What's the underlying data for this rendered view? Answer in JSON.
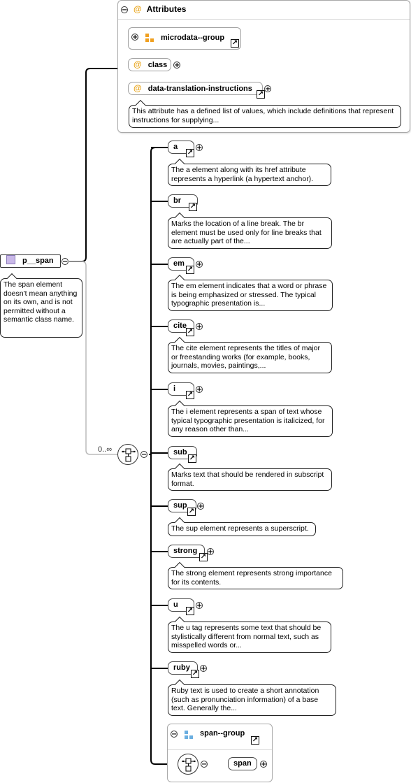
{
  "root": {
    "label": "p__span",
    "doc": "The span element doesn't mean anything on its own, and is not permitted without a semantic class name."
  },
  "attributes": {
    "title": "Attributes",
    "group_label": "microdata--group",
    "class_label": "class",
    "dti_label": "data-translation-instructions",
    "dti_doc": "This attribute has a defined list of values, which include definitions that represent instructions for supplying..."
  },
  "occurrence": "0..∞",
  "children": [
    {
      "label": "a",
      "doc": "The a element along with its href attribute represents a hyperlink (a hypertext anchor)."
    },
    {
      "label": "br",
      "doc": "Marks the location of a line break. The br element must be used only for line breaks that are actually part of the..."
    },
    {
      "label": "em",
      "doc": "The em element indicates that a word or phrase is being emphasized or stressed. The typical typographic presentation is..."
    },
    {
      "label": "cite",
      "doc": "The cite element represents the titles of major or freestanding works (for example, books, journals, movies, paintings,..."
    },
    {
      "label": "i",
      "doc": "The i element represents a span of text whose typical typographic presentation is italicized, for any reason other than..."
    },
    {
      "label": "sub",
      "doc": "Marks text that should be rendered in subscript format."
    },
    {
      "label": "sup",
      "doc": "The sup element represents a superscript."
    },
    {
      "label": "strong",
      "doc": "The strong element represents strong importance for its contents."
    },
    {
      "label": "u",
      "doc": "The u tag represents some text that should be stylistically different from normal text, such as misspelled words or..."
    },
    {
      "label": "ruby",
      "doc": "Ruby text is used to create a short annotation (such as pronunciation information) of a base text. Generally the..."
    }
  ],
  "span_group": {
    "label": "span--group",
    "child": "span"
  },
  "colors": {
    "attribute_marker": "#e8a316",
    "group_icon": "#f0a020",
    "span_group_icon": "#6aaee0",
    "root_icon": "#c9b8e8"
  }
}
